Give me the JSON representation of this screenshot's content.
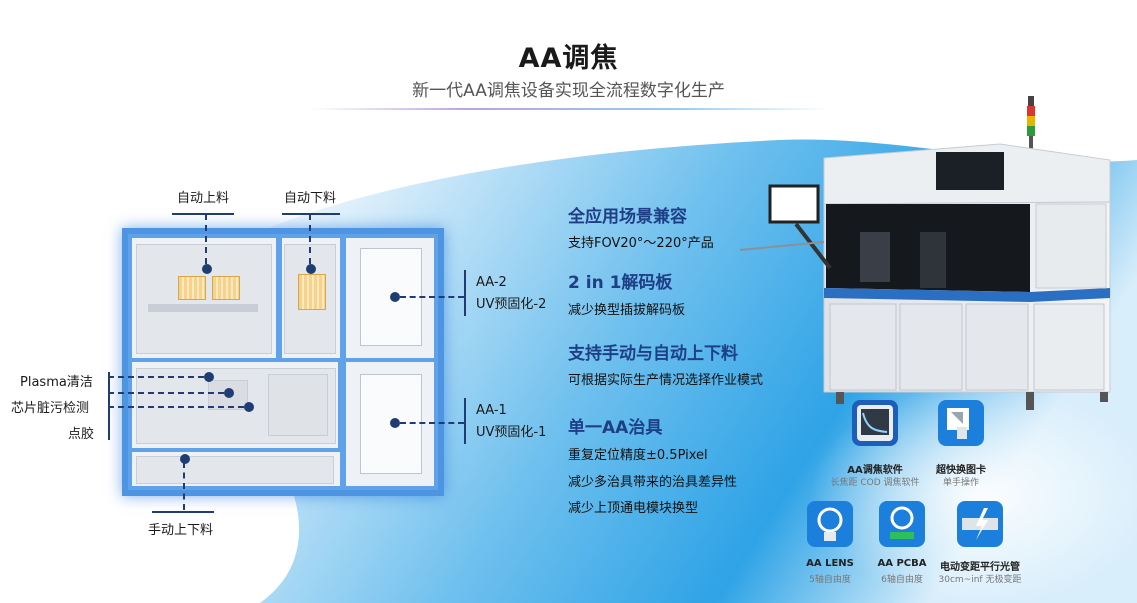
{
  "header": {
    "title": "AA调焦",
    "subtitle": "新一代AA调焦设备实现全流程数字化生产"
  },
  "schematic_labels": {
    "auto_load": "自动上料",
    "auto_unload": "自动下料",
    "aa2_line1": "AA-2",
    "aa2_line2": "UV预固化-2",
    "aa1_line1": "AA-1",
    "aa1_line2": "UV预固化-1",
    "plasma": "Plasma清洁",
    "chip_check": "芯片脏污检测",
    "dispense": "点胶",
    "manual": "手动上下料"
  },
  "features": [
    {
      "heading": "全应用场景兼容",
      "lines": [
        "支持FOV20°～220°产品"
      ]
    },
    {
      "heading": "2 in 1解码板",
      "lines": [
        "减少换型插拔解码板"
      ]
    },
    {
      "heading": "支持手动与自动上下料",
      "lines": [
        "可根据实际生产情况选择作业模式"
      ]
    },
    {
      "heading": "单一AA治具",
      "lines": [
        "重复定位精度±0.5Pixel",
        "减少多治具带来的治具差异性",
        "减少上顶通电模块换型"
      ]
    }
  ],
  "icons": [
    {
      "name": "AA调焦软件",
      "sub": "长焦距 COD 调焦软件"
    },
    {
      "name": "超快换图卡",
      "sub": "单手操作"
    },
    {
      "name": "AA LENS",
      "sub": "5轴自由度"
    },
    {
      "name": "AA PCBA",
      "sub": "6轴自由度"
    },
    {
      "name": "电动变距平行光管",
      "sub": "30cm~inf 无极变距"
    }
  ],
  "colors": {
    "accent_blue": "#4d95e3",
    "heading_blue": "#1e3f86",
    "marker_navy": "#1f3d73"
  }
}
